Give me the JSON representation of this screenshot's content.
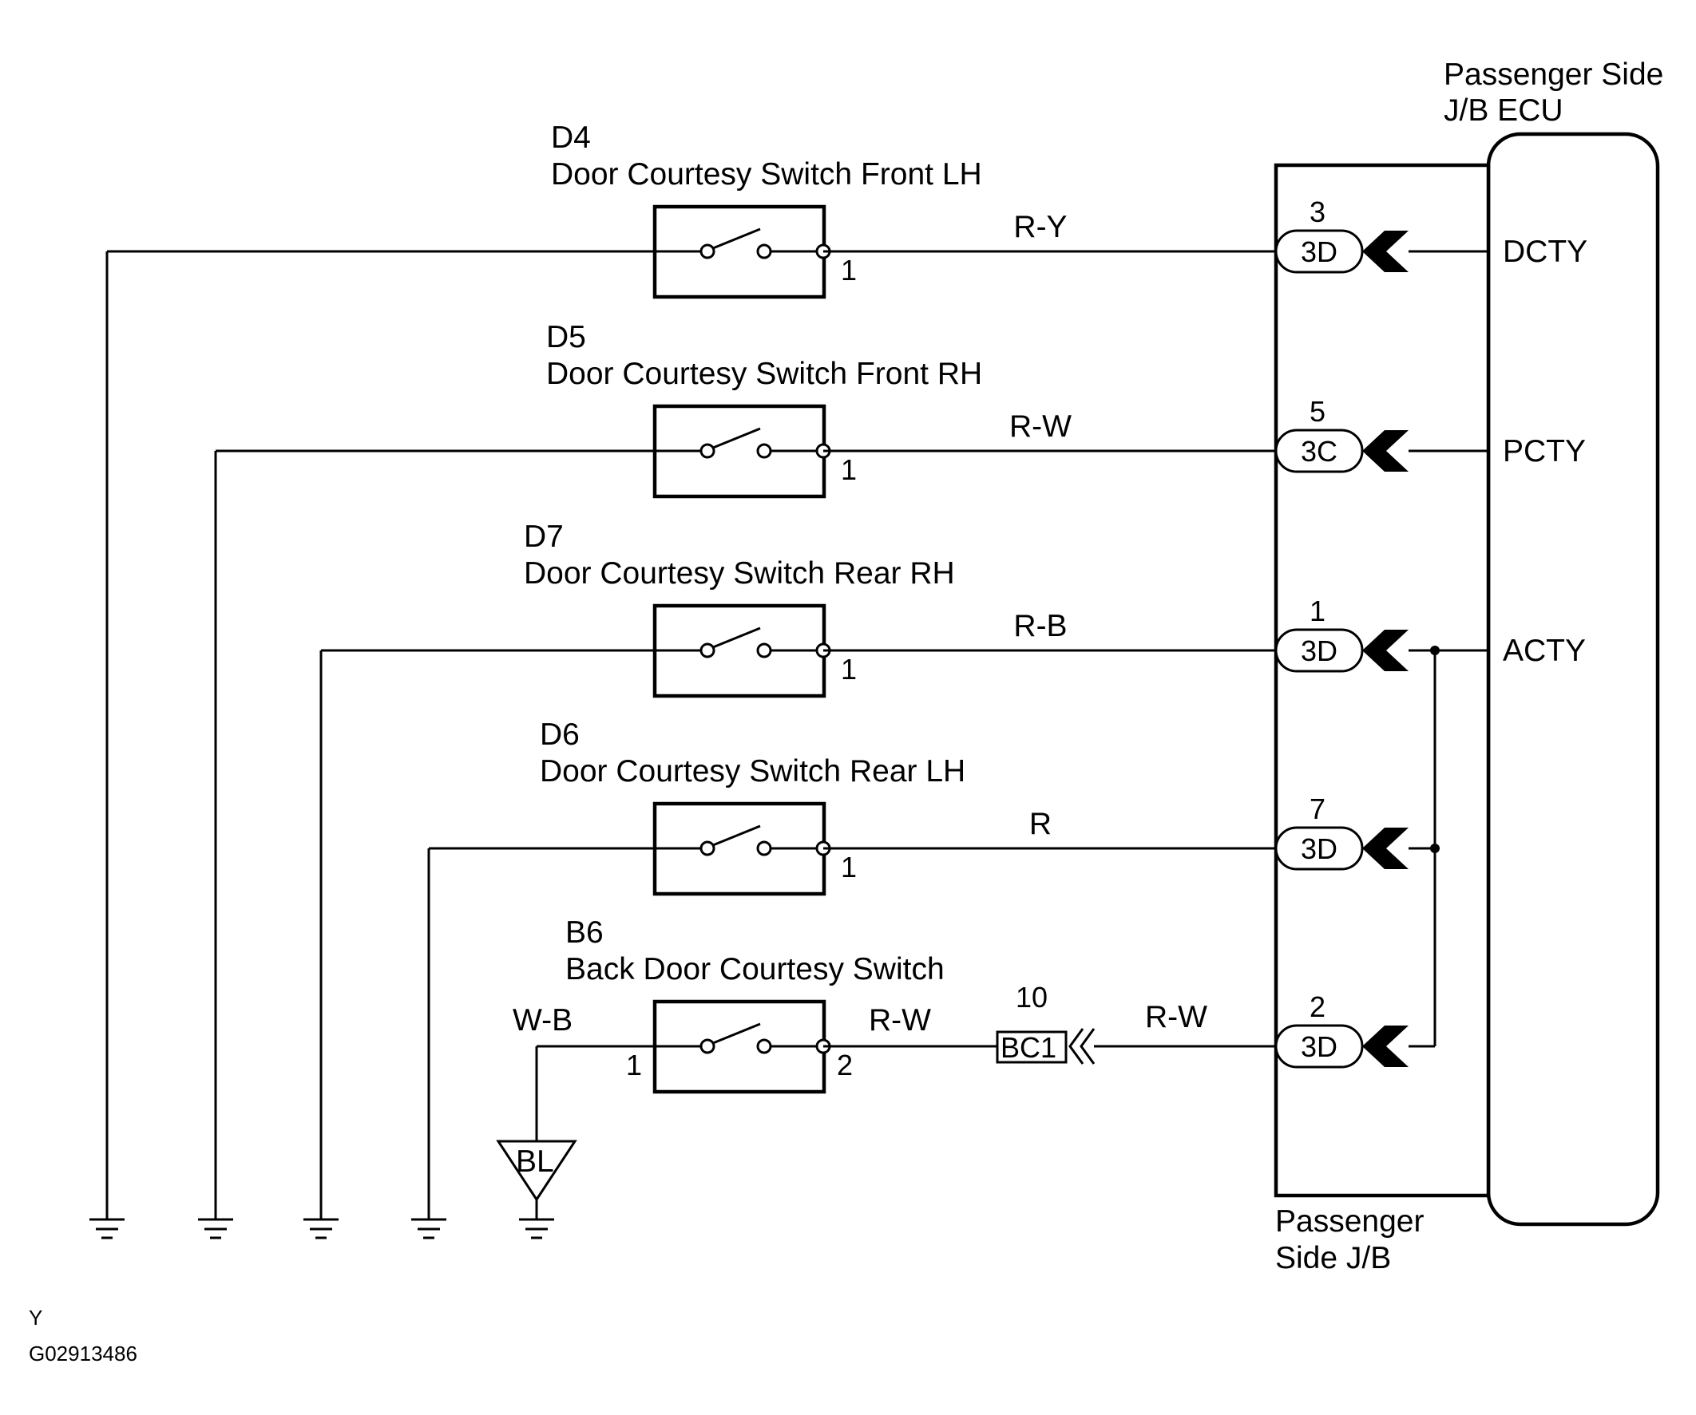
{
  "ecu": {
    "title_line1": "Passenger Side",
    "title_line2": "J/B ECU"
  },
  "jb": {
    "label_line1": "Passenger",
    "label_line2": "Side J/B"
  },
  "switches": [
    {
      "id": "D4",
      "name": "Door Courtesy Switch Front LH",
      "pin": "1",
      "wire": "R-Y",
      "connector": "3D",
      "connector_pin": "3",
      "terminal": "DCTY"
    },
    {
      "id": "D5",
      "name": "Door Courtesy Switch Front RH",
      "pin": "1",
      "wire": "R-W",
      "connector": "3C",
      "connector_pin": "5",
      "terminal": "PCTY"
    },
    {
      "id": "D7",
      "name": "Door Courtesy Switch Rear RH",
      "pin": "1",
      "wire": "R-B",
      "connector": "3D",
      "connector_pin": "1",
      "terminal": "ACTY"
    },
    {
      "id": "D6",
      "name": "Door Courtesy Switch Rear LH",
      "pin": "1",
      "wire": "R",
      "connector": "3D",
      "connector_pin": "7"
    },
    {
      "id": "B6",
      "name": "Back Door Courtesy Switch",
      "pin_left": "1",
      "pin_right": "2",
      "wire_left": "W-B",
      "wire": "R-W",
      "wire_to_jb": "R-W",
      "connector": "3D",
      "connector_pin": "2"
    }
  ],
  "inline_connector": {
    "label": "BC1",
    "pin": "10"
  },
  "ground_point": {
    "label": "BL"
  },
  "footer": {
    "code1": "Y",
    "code2": "G02913486"
  }
}
